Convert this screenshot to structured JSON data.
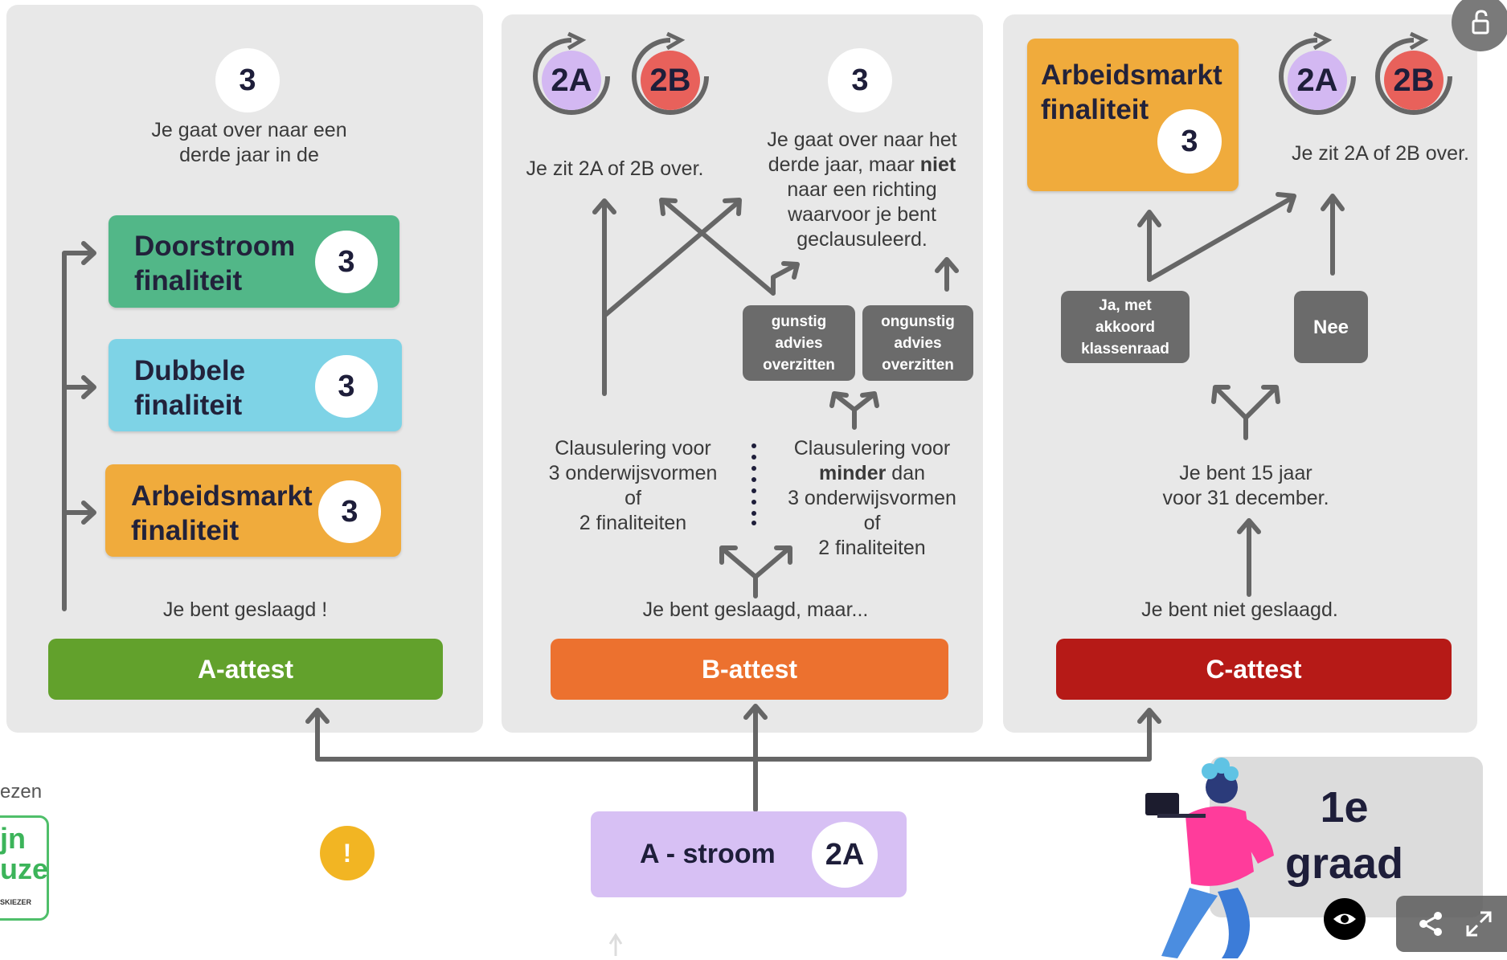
{
  "colors": {
    "panel": "#e8e8e8",
    "line": "#666666",
    "green": "#52b788",
    "blue": "#7ed3e6",
    "orange": "#f0ab3c",
    "a_attest": "#62a12c",
    "b_attest": "#ec712f",
    "c_attest": "#b61a17",
    "a_stroom": "#d7c0f4",
    "badge_2a": "#d3b8f2",
    "badge_2b": "#e8615b",
    "gray_box": "#6b6b6b",
    "warning": "#f2b523"
  },
  "panel_a": {
    "top_number": "3",
    "intro": "Je gaat over naar een\nderde jaar in de",
    "doorstroom": "Doorstroom\nfinaliteit",
    "dubbele": "Dubbele\nfinaliteit",
    "arbeidsmarkt": "Arbeidsmarkt\nfinaliteit",
    "fin_number": "3",
    "result": "Je bent geslaagd !",
    "attest": "A-attest"
  },
  "panel_b": {
    "badge_2a": "2A",
    "badge_2b": "2B",
    "top_number": "3",
    "repeat_text": "Je zit 2A of 2B over.",
    "third_year_pre": "Je gaat over naar het\nderde jaar, maar ",
    "third_year_bold": "niet",
    "third_year_post": "\nnaar een richting\nwaarvoor je bent\ngeclausuleerd.",
    "gunstig": "gunstig\nadvies\noverzitten",
    "ongunstig": "ongunstig\nadvies\noverzitten",
    "claus_left": "Clausulering voor\n3 onderwijsvormen\nof\n2 finaliteiten",
    "claus_right_pre": "Clausulering voor",
    "claus_right_bold": "minder",
    "claus_right_post": " dan\n3 onderwijsvormen\nof\n2 finaliteiten",
    "result": "Je bent geslaagd, maar...",
    "attest": "B-attest"
  },
  "panel_c": {
    "arbeidsmarkt": "Arbeidsmarkt\nfinaliteit",
    "fin_number": "3",
    "badge_2a": "2A",
    "badge_2b": "2B",
    "repeat_text": "Je zit 2A of 2B over.",
    "ja": "Ja, met\nakkoord\nklassenraad",
    "nee": "Nee",
    "age": "Je bent 15 jaar\nvoor 31 december.",
    "result": "Je bent niet geslaagd.",
    "attest": "C-attest"
  },
  "bottom": {
    "stroom_label": "A - stroom",
    "stroom_badge": "2A",
    "warning": "!",
    "graad": "1e\ngraad",
    "left_partial": "ezen",
    "logo_partial": "jn\nuze",
    "logo_small": "SKIEZER"
  },
  "icons": {
    "lock": "lock-open-icon",
    "eye": "eye-icon",
    "share": "share-icon",
    "expand": "expand-icon"
  }
}
